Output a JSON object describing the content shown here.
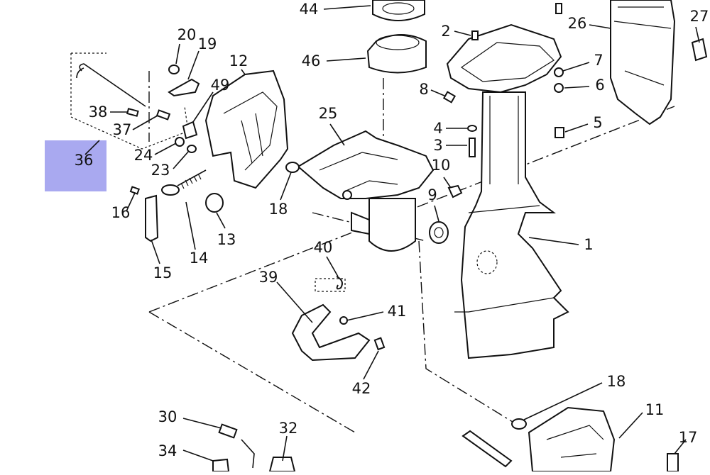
{
  "highlight": {
    "label": "36",
    "color": "#a9a9f0"
  },
  "callouts": {
    "c44": "44",
    "c46": "46",
    "c2": "2",
    "c26": "26",
    "c27": "27",
    "c7": "7",
    "c6": "6",
    "c8": "8",
    "c4": "4",
    "c3": "3",
    "c5": "5",
    "c20": "20",
    "c19": "19",
    "c12": "12",
    "c49": "49",
    "c25": "25",
    "c38": "38",
    "c37": "37",
    "c24": "24",
    "c23": "23",
    "c18a": "18",
    "c10": "10",
    "c9": "9",
    "c16": "16",
    "c13": "13",
    "c14": "14",
    "c15": "15",
    "c1": "1",
    "c40": "40",
    "c39": "39",
    "c41": "41",
    "c42": "42",
    "c18b": "18",
    "c11": "11",
    "c17": "17",
    "c30": "30",
    "c32": "32",
    "c34": "34"
  }
}
